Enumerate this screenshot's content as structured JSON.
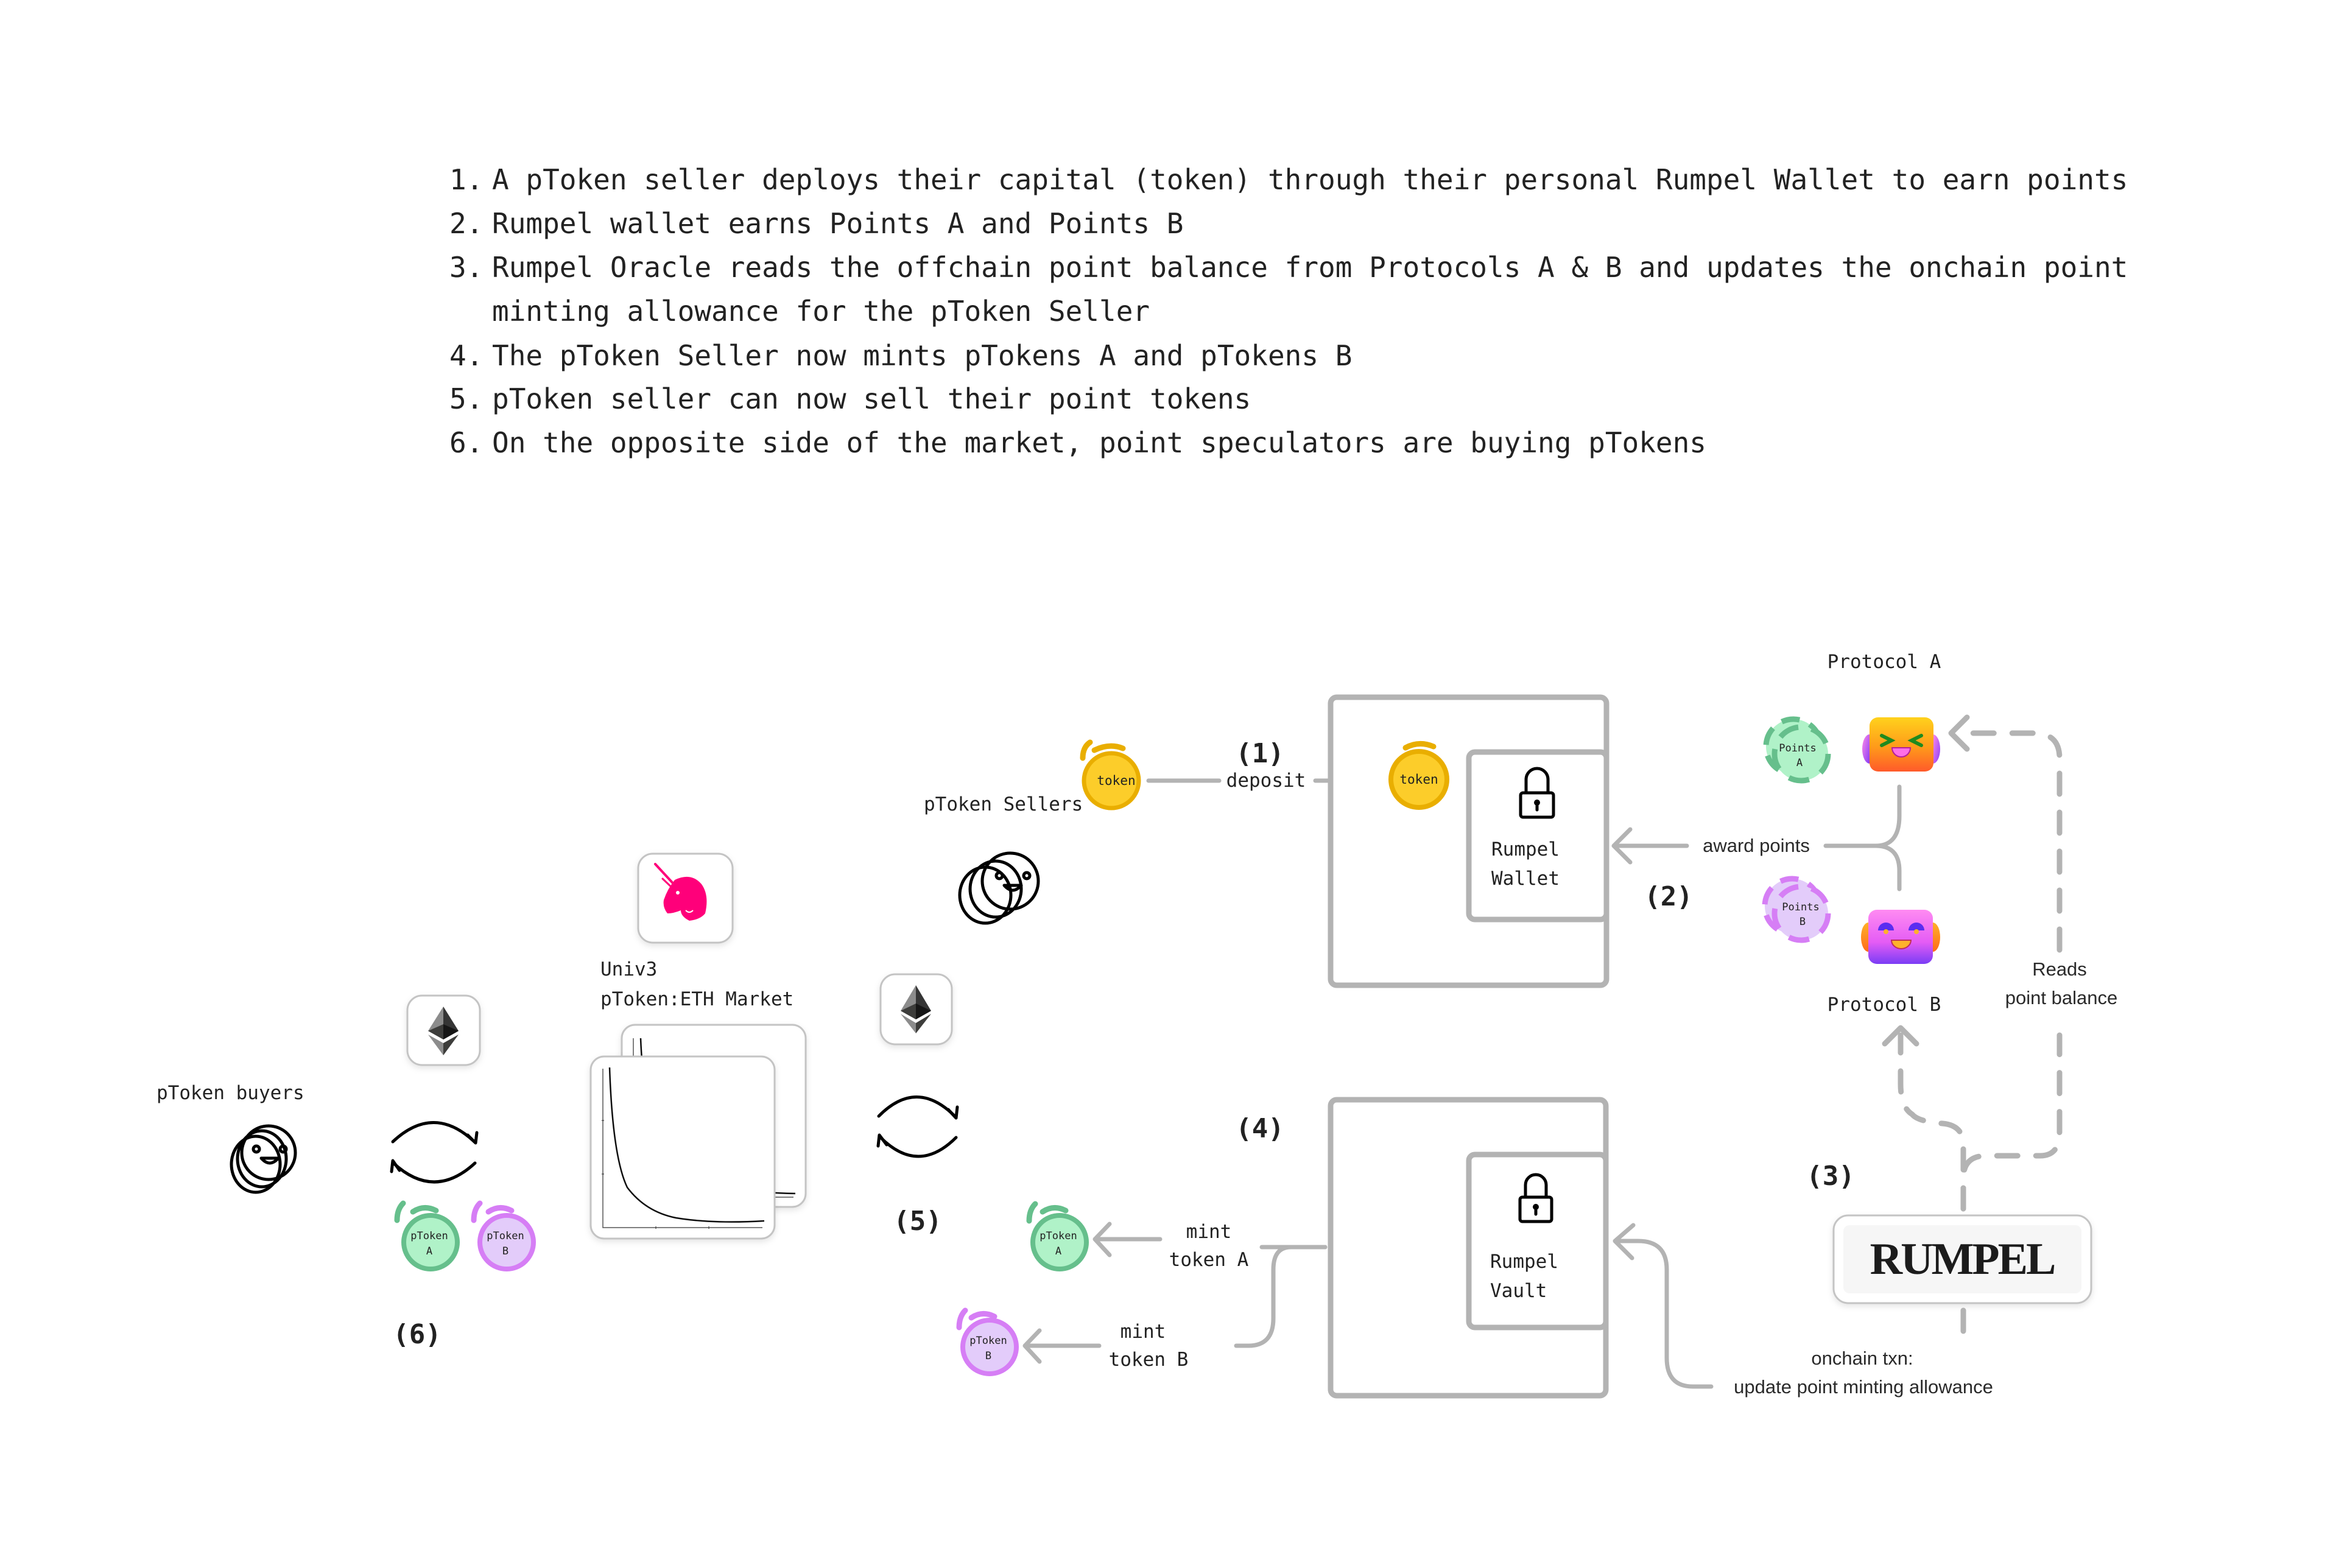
{
  "instructions": {
    "items": [
      {
        "num": "1.",
        "lines": [
          "A pToken seller deploys their capital (token) through their personal Rumpel Wallet to earn points"
        ]
      },
      {
        "num": "2.",
        "lines": [
          "Rumpel wallet earns Points A and Points B"
        ]
      },
      {
        "num": "3.",
        "lines": [
          "Rumpel Oracle reads the offchain point balance from Protocols A & B and updates the onchain point",
          "minting allowance for the pToken Seller"
        ]
      },
      {
        "num": "4.",
        "lines": [
          "The pToken Seller now mints pTokens A and pTokens B"
        ]
      },
      {
        "num": "5.",
        "lines": [
          "pToken seller can now sell their point tokens"
        ]
      },
      {
        "num": "6.",
        "lines": [
          "On the opposite side of the market, point speculators are buying pTokens"
        ]
      }
    ]
  },
  "diagram": {
    "colors": {
      "connector": "#b3b3b3",
      "token_fill": "#fccd2a",
      "token_stroke": "#e9ae00",
      "green_fill": "#b0f2c8",
      "green_stroke": "#66bf8c",
      "purple_fill": "#e3ccfa",
      "purple_stroke": "#d67ef5",
      "uniswap_pink": "#ff007a"
    },
    "steps": {
      "s1": "(1)",
      "s2": "(2)",
      "s3": "(3)",
      "s4": "(4)",
      "s5": "(5)",
      "s6": "(6)"
    },
    "sellers": {
      "label": "pToken Sellers",
      "token_coin": "token",
      "deposit_label": "deposit"
    },
    "wallet": {
      "token_coin": "token",
      "title_line1": "Rumpel",
      "title_line2": "Wallet"
    },
    "protocols": {
      "a_label": "Protocol A",
      "b_label": "Protocol B",
      "points_a": [
        "Points",
        "A"
      ],
      "points_b": [
        "Points",
        "B"
      ],
      "award_label": "award points",
      "reads_line1": "Reads",
      "reads_line2": "point balance"
    },
    "oracle": {
      "logo_text": "RUMPEL",
      "txn_line1": "onchain txn:",
      "txn_line2": "update point minting allowance"
    },
    "vault": {
      "title_line1": "Rumpel",
      "title_line2": "Vault",
      "mint_a": [
        "mint",
        "token A"
      ],
      "mint_b": [
        "mint",
        "token B"
      ],
      "ptoken_a": [
        "pToken",
        "A"
      ],
      "ptoken_b": [
        "pToken",
        "B"
      ]
    },
    "market": {
      "title_line1": "Univ3",
      "title_line2": "pToken:ETH Market"
    },
    "buyers": {
      "label": "pToken buyers",
      "ptoken_a": [
        "pToken",
        "A"
      ],
      "ptoken_b": [
        "pToken",
        "B"
      ]
    }
  }
}
